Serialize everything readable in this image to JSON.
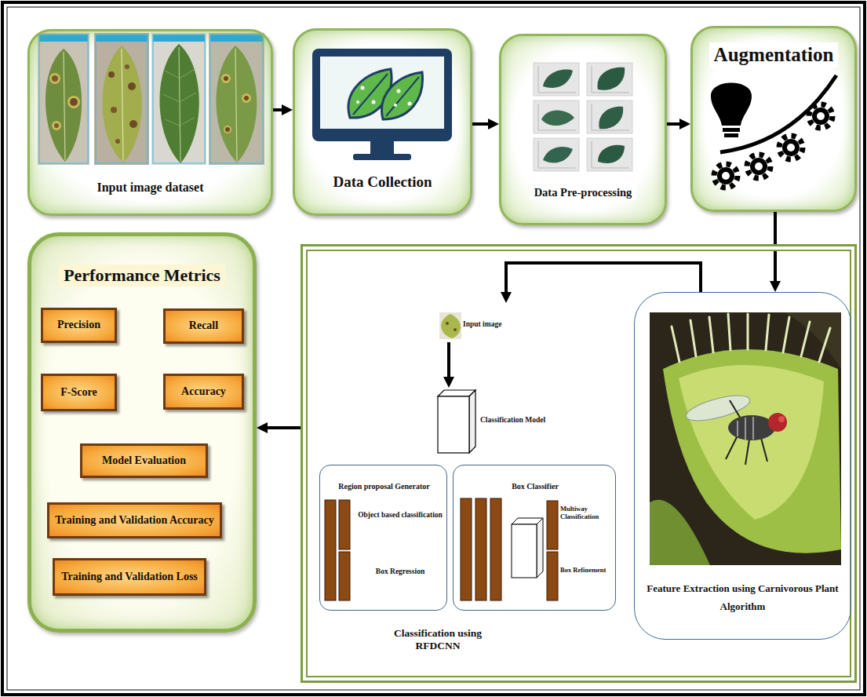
{
  "diagram": {
    "nodes": [
      {
        "text": [
          "Input image dataset"
        ]
      },
      {
        "text": [
          "Data Collection"
        ]
      },
      {
        "text": [
          "Data Pre-processing"
        ]
      },
      {
        "text": [
          "Augmentation"
        ]
      },
      {
        "text": [
          "Performance Metrics"
        ]
      },
      {
        "text": [
          "Precision"
        ],
        "in": 4
      },
      {
        "text": [
          "Recall"
        ],
        "in": 4
      },
      {
        "text": [
          "F-Score"
        ],
        "in": 4
      },
      {
        "text": [
          "Accuracy"
        ],
        "in": 4
      },
      {
        "text": [
          "Model Evaluation"
        ],
        "in": 4
      },
      {
        "text": [
          "Training and Validation Accuracy"
        ],
        "in": 4
      },
      {
        "text": [
          "Training and Validation Loss"
        ],
        "in": 4
      },
      {
        "text": [
          "Classification using RFDCNN"
        ]
      },
      {
        "text": [
          "Input image"
        ],
        "in": 12
      },
      {
        "text": [
          "Classification Model"
        ],
        "in": 12
      },
      {
        "text": [
          "Region proposal Generator",
          "Object based classification",
          "Box Regression"
        ],
        "in": 12
      },
      {
        "text": [
          "Box Classifier",
          "Multiway Classification",
          "Box Refinement"
        ],
        "in": 12
      },
      {
        "text": [
          "Feature Extraction using Carnivorous Plant Algorithm"
        ],
        "in": 12
      }
    ],
    "edges": [
      {
        "from": 0,
        "to": 1,
        "arrow": "to"
      },
      {
        "from": 1,
        "to": 2,
        "arrow": "to"
      },
      {
        "from": 2,
        "to": 3,
        "arrow": "to"
      },
      {
        "from": 3,
        "to": 17,
        "arrow": "to"
      },
      {
        "from": 17,
        "to": 13,
        "arrow": "to"
      },
      {
        "from": 13,
        "to": 14,
        "arrow": "to"
      },
      {
        "from": 12,
        "to": 4,
        "arrow": "to"
      }
    ]
  }
}
